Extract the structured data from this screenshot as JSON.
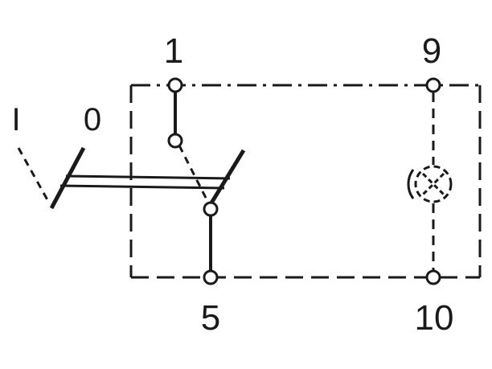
{
  "diagram": {
    "type": "rocker switch wiring schematic",
    "colors": {
      "ink": "#1a1a1a",
      "background": "#ffffff"
    },
    "position_labels": {
      "on": "I",
      "off": "0"
    },
    "terminals": [
      {
        "id": "t1",
        "label": "1"
      },
      {
        "id": "t5",
        "label": "5"
      },
      {
        "id": "t9",
        "label": "9"
      },
      {
        "id": "t10",
        "label": "10"
      }
    ],
    "components": [
      "switch-housing",
      "toggle-actuator",
      "changeover-contact",
      "indicator-lamp"
    ]
  }
}
